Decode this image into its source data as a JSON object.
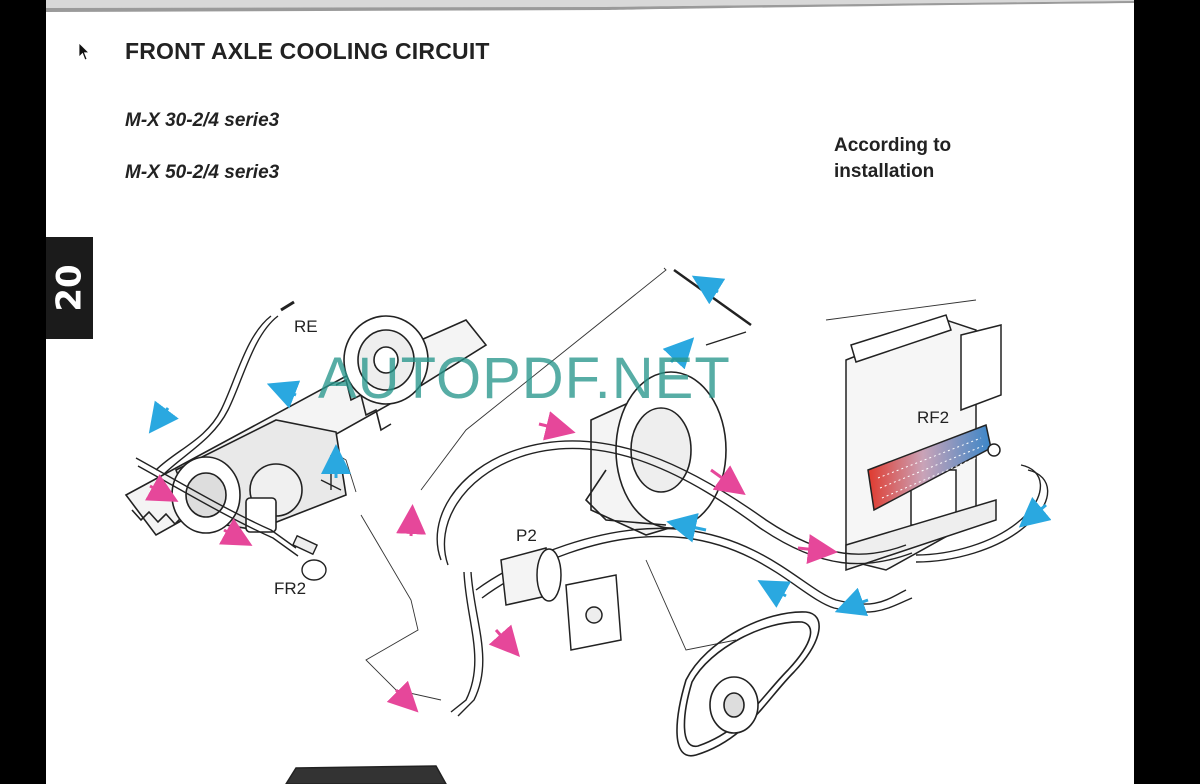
{
  "page": {
    "chapter_number": "20",
    "title": "FRONT AXLE COOLING CIRCUIT",
    "models": [
      "M-X 30-2/4 serie3",
      "M-X 50-2/4 serie3"
    ],
    "installation_note": [
      "According to",
      "installation"
    ],
    "watermark": "AUTOPDF.NET"
  },
  "diagram": {
    "labels": {
      "re": "RE",
      "fr2": "FR2",
      "p2": "P2",
      "rf2": "RF2"
    },
    "colors": {
      "hot_arrow": "#e6479a",
      "cold_arrow": "#2aa8e0",
      "cooler_hot": "#e03a2e",
      "cooler_cold": "#3a86c8"
    }
  }
}
